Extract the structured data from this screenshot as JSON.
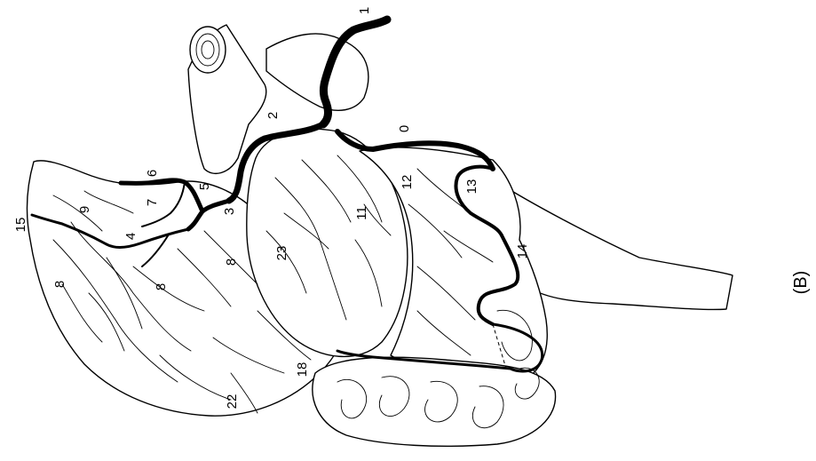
{
  "figure": {
    "panel_label": "(B)",
    "labels": [
      "1",
      "2",
      "0",
      "6",
      "5",
      "3",
      "9",
      "7",
      "4",
      "15",
      "8",
      "8",
      "8",
      "23",
      "11",
      "12",
      "13",
      "14",
      "18",
      "22"
    ]
  }
}
